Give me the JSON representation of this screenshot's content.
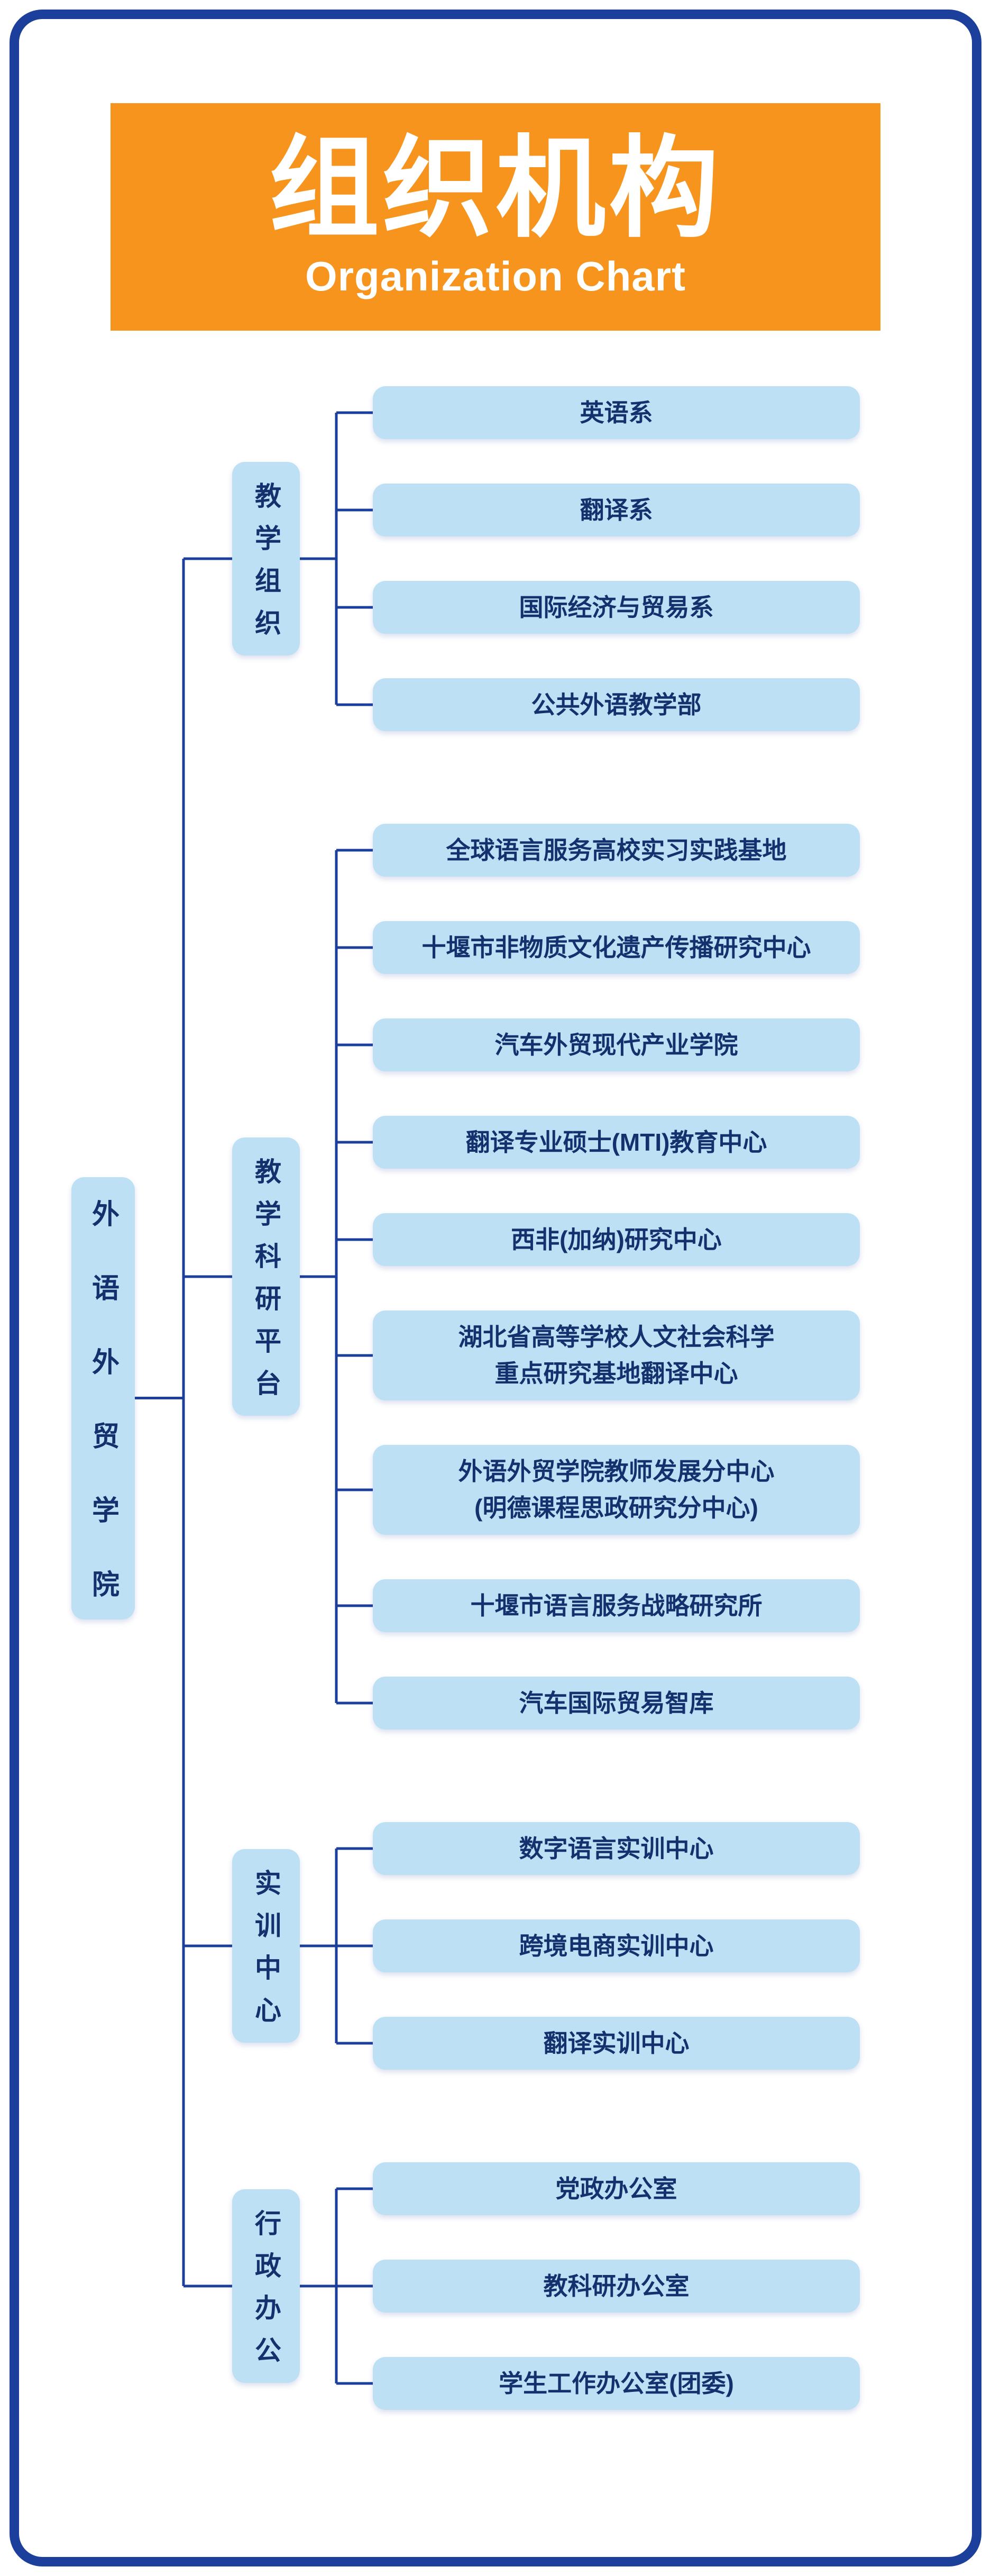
{
  "header": {
    "title": "组织机构",
    "subtitle": "Organization Chart"
  },
  "colors": {
    "header_bg": "#F7941D",
    "header_text": "#FFFFFF",
    "node_fill": "#BDE0F4",
    "line": "#1C3F9C",
    "text": "#14316E",
    "frame_border": "#1C3F9C",
    "background": "#FFFFFF"
  },
  "chart_data": {
    "type": "org-tree",
    "title": "组织机构",
    "subtitle": "Organization Chart",
    "root": {
      "label": "外语外贸学院"
    },
    "groups": [
      {
        "label": "教学组织",
        "children": [
          "英语系",
          "翻译系",
          "国际经济与贸易系",
          "公共外语教学部"
        ]
      },
      {
        "label": "教学科研平台",
        "children": [
          "全球语言服务高校实习实践基地",
          "十堰市非物质文化遗产传播研究中心",
          "汽车外贸现代产业学院",
          "翻译专业硕士(MTI)教育中心",
          "西非(加纳)研究中心",
          "湖北省高等学校人文社会科学\n重点研究基地翻译中心",
          "外语外贸学院教师发展分中心\n(明德课程思政研究分中心)",
          "十堰市语言服务战略研究所",
          "汽车国际贸易智库"
        ]
      },
      {
        "label": "实训中心",
        "children": [
          "数字语言实训中心",
          "跨境电商实训中心",
          "翻译实训中心"
        ]
      },
      {
        "label": "行政办公",
        "children": [
          "党政办公室",
          "教科研办公室",
          "学生工作办公室(团委)"
        ]
      }
    ]
  }
}
